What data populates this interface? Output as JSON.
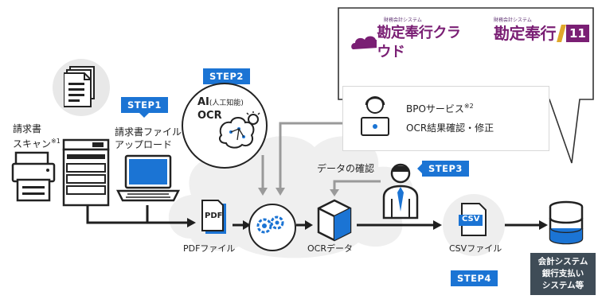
{
  "logos": {
    "cloud": {
      "caption": "財務会計システム",
      "name": "勘定奉行クラウド"
    },
    "eleven": {
      "caption": "財務会計システム",
      "name": "勘定奉行",
      "version": "11"
    }
  },
  "steps": {
    "step1": "STEP1",
    "step2": "STEP2",
    "step3": "STEP3",
    "step4": "STEP4"
  },
  "labels": {
    "scan_line1": "請求書",
    "scan_line2": "スキャン",
    "scan_note": "※1",
    "upload_line1": "請求書ファイル",
    "upload_line2": "アップロード",
    "ai_main": "AI",
    "ai_sub": "(人工知能)",
    "ocr": "OCR",
    "bpo_title": "BPOサービス",
    "bpo_note": "※2",
    "bpo_sub": "OCR結果確認・修正",
    "data_check": "データの確認",
    "pdf_file": "PDFファイル",
    "ocr_data": "OCRデータ",
    "csv_file": "CSVファイル",
    "pdf_icon": "PDF",
    "csv_icon": "CSV",
    "accounting_line1": "会計システム",
    "accounting_line2": "銀行支払い",
    "accounting_line3": "システム等"
  },
  "colors": {
    "accent": "#1b74d4",
    "dark": "#2f2f2f",
    "cloud": "#eeeeee",
    "logo": "#7a1f74"
  }
}
